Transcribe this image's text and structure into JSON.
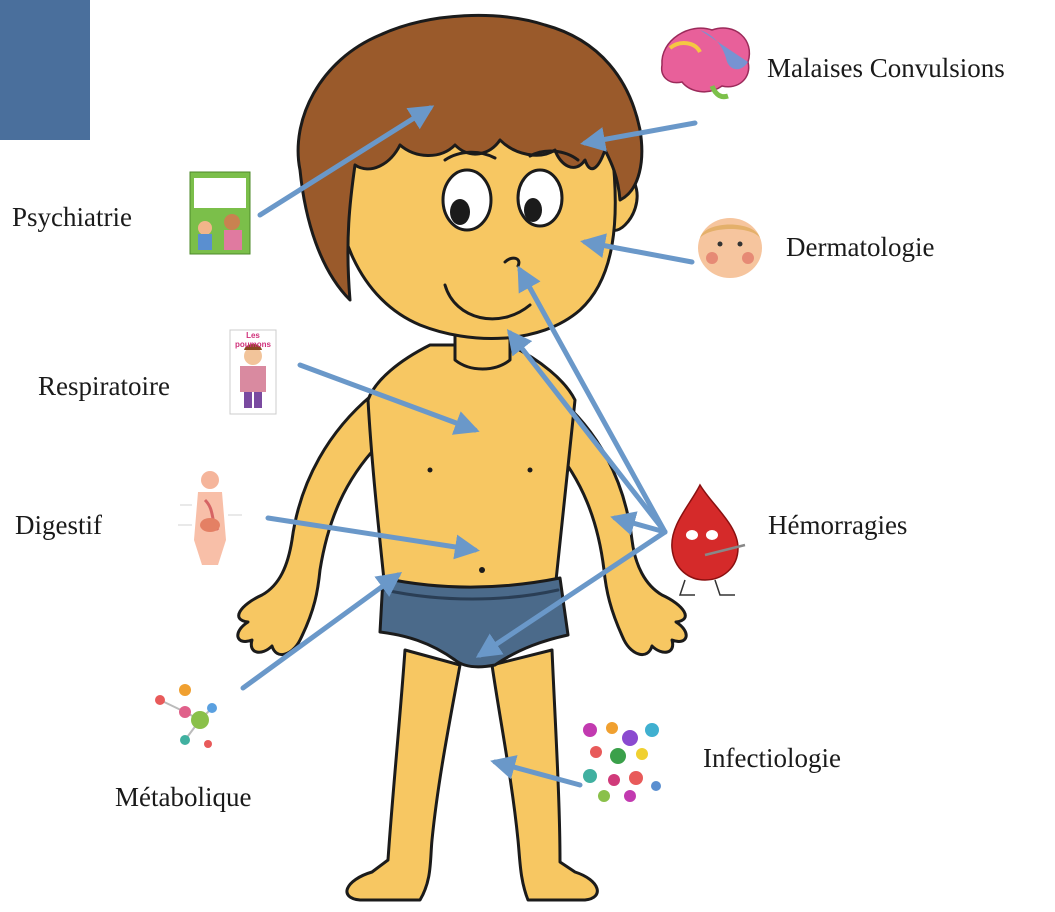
{
  "labels": {
    "malaises": "Malaises Convulsions",
    "psychiatrie": "Psychiatrie",
    "dermatologie": "Dermatologie",
    "respiratoire": "Respiratoire",
    "digestif": "Digestif",
    "hemorragies": "Hémorragies",
    "infectiologie": "Infectiologie",
    "metabolique": "Métabolique"
  },
  "thumbnail_text": {
    "poumons": "Les poumons"
  },
  "colors": {
    "corner_block": "#4a6f9c",
    "arrow": "#6a98c9",
    "skin": "#f7c762",
    "hair": "#9a5a2b",
    "briefs": "#4b6a8a"
  }
}
